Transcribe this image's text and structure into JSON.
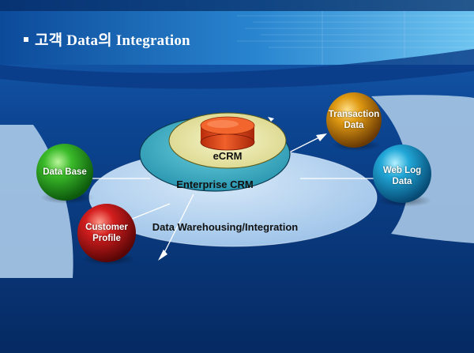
{
  "title": "고객 Data의 Integration",
  "diagram": {
    "core": "eCRM",
    "middle_ring": "Enterprise CRM",
    "outer_ring": "Data Warehousing/Integration",
    "sources": [
      {
        "name": "data-base",
        "label": "Data Base",
        "color": "#2aa82a"
      },
      {
        "name": "customer-profile",
        "label": "Customer\nProfile",
        "color": "#c01515"
      },
      {
        "name": "transaction-data",
        "label": "Transaction\nData",
        "color": "#d88a0a"
      },
      {
        "name": "web-log-data",
        "label": "Web Log\nData",
        "color": "#1a9ac8"
      }
    ]
  },
  "colors": {
    "background": "#0a3a7a",
    "platter": "#b9d6f2",
    "ring_outer": "#3fb3c6",
    "ring_inner": "#ecebaa",
    "core": "#e24a1a"
  }
}
